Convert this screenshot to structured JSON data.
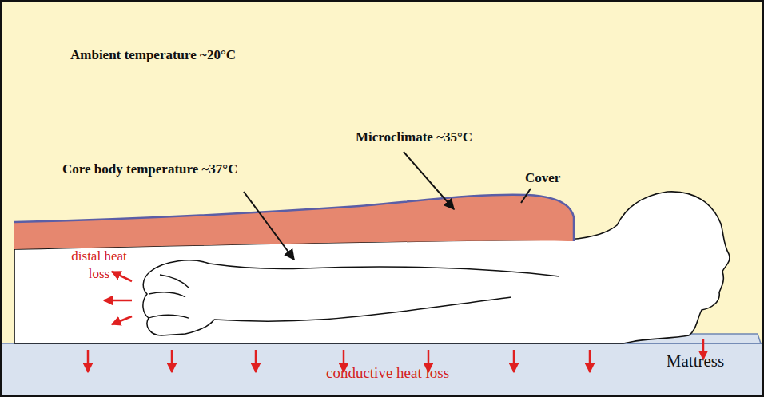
{
  "diagram": {
    "nodes": [
      {
        "text": [
          "conductive heat loss",
          "Mattress"
        ]
      }
    ],
    "labels": [
      "Ambient temperature ~20°C",
      "Microclimate ~35°C",
      "Core body temperature ~37°C",
      "Cover",
      "distal heat loss"
    ]
  }
}
